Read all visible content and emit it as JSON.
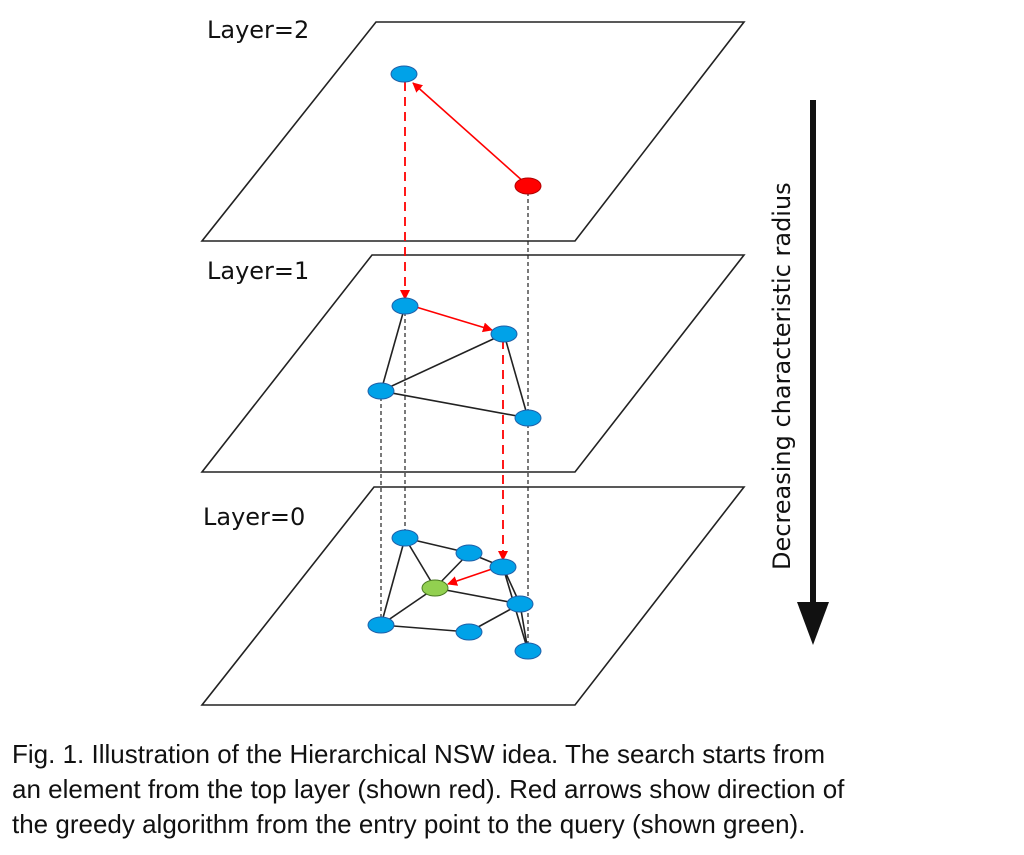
{
  "figure": {
    "layers": [
      {
        "label": "Layer=2"
      },
      {
        "label": "Layer=1"
      },
      {
        "label": "Layer=0"
      }
    ],
    "axis_label": "Decreasing characteristic radius",
    "colors": {
      "node": "#00a2e8",
      "entry_node": "#ff0000",
      "query_node": "#92d050",
      "search_arrow": "#ff0000",
      "edge": "#222222",
      "plane": "#222222"
    }
  },
  "caption": {
    "lines": [
      "Fig. 1. Illustration of the Hierarchical NSW idea. The search starts from",
      "an element from the top layer (shown red). Red arrows show direction of",
      "the greedy algorithm from the entry point to the query (shown green)."
    ]
  }
}
